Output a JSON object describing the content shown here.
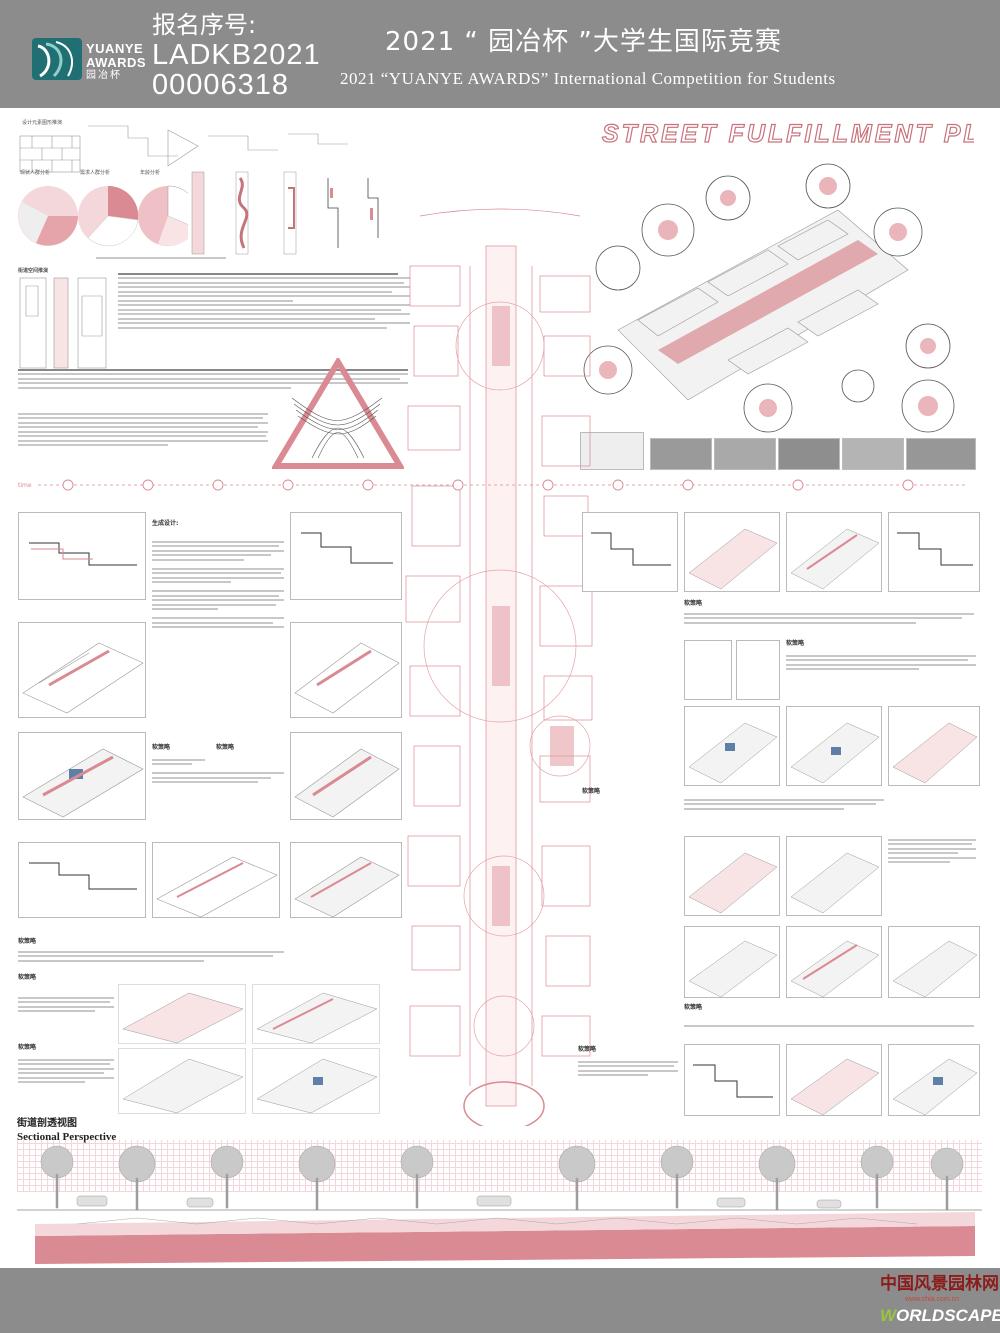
{
  "header": {
    "logo_en_line1": "YUANYE",
    "logo_en_line2": "AWARDS",
    "logo_cn": "园冶杯",
    "registration_label": "报名序号:",
    "registration_number_line1": "LADKB2021",
    "registration_number_line2": "00006318",
    "title_cn": "2021 “ 园冶杯 ”大学生国际竞赛",
    "title_en": "2021 “YUANYE AWARDS” International Competition for  Students"
  },
  "poster": {
    "plan_title": "STREET FULFILLMENT PLAN",
    "section_label_cn": "街道剖透视图",
    "section_label_en": "Sectional Perspective",
    "timeline_label": "time",
    "strategy_labels": [
      "软策略",
      "软策略",
      "软策略",
      "软策略",
      "软策略",
      "软策略",
      "软策略",
      "软策略",
      "软策略",
      "软策略"
    ],
    "design_heading": "生成设计:"
  },
  "footer": {
    "site_cn": "中国风景园林网",
    "site_url": "www.chla.com.cn",
    "brand_w": "W",
    "brand_rest": "ORLDSCAPE"
  },
  "colors": {
    "header_bg": "#8c8c8c",
    "accent_pink": "#c7737b",
    "logo_teal": "#1f6f73"
  }
}
